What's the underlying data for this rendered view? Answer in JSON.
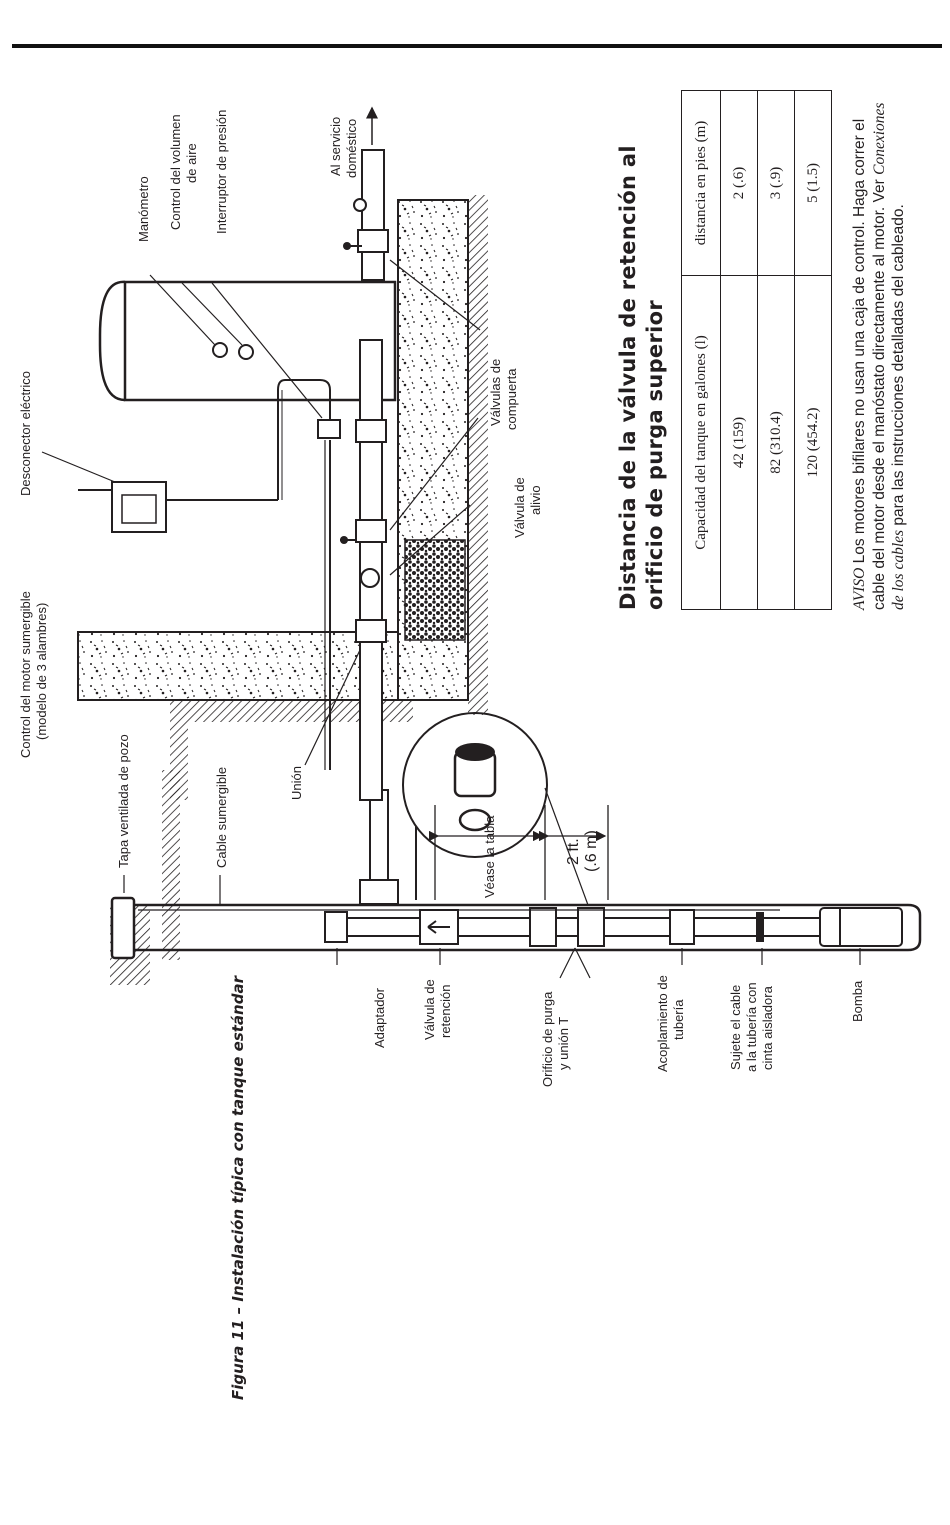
{
  "labels": {
    "tapa": "Tapa ventilada de pozo",
    "cable": "Cable sumergible",
    "adaptador": "Adaptador",
    "valvula_retencion_1": "Válvula de",
    "valvula_retencion_2": "retención",
    "orificio_1": "Orificio de purga",
    "orificio_2": "y unión T",
    "acoplamiento_1": "Acoplamiento de",
    "acoplamiento_2": "tubería",
    "sujete_1": "Sujete el cable",
    "sujete_2": "a la tubería con",
    "sujete_3": "cinta aisladora",
    "bomba": "Bomba",
    "vease": "Véase la tabla",
    "dist_ft": "2 ft.",
    "dist_m": "(.6 m)",
    "control_1": "Control del motor sumergible",
    "control_2": "(modelo de 3 alambres)",
    "union": "Unión",
    "desconector": "Desconector eléctrico",
    "alivio_1": "Válvula de",
    "alivio_2": "alivio",
    "compuerta_1": "Válvulas de",
    "compuerta_2": "compuerta",
    "manometro": "Manómetro",
    "volumen_1": "Control del volumen",
    "volumen_2": "de aire",
    "interruptor": "Interruptor de presión",
    "servicio_1": "Al servicio",
    "servicio_2": "doméstico"
  },
  "figure_caption": "Figura 11 – Instalación típica con tanque estándar",
  "table": {
    "title": "Distancia de la válvula de retención al orificio de purga superior",
    "headers": [
      "Capacidad del tanque en galones (l)",
      "distancia en pies (m)"
    ],
    "rows": [
      [
        "42 (159)",
        "2 (.6)"
      ],
      [
        "82 (310.4)",
        "3 (.9)"
      ],
      [
        "120 (454.2)",
        "5 (1.5)"
      ]
    ]
  },
  "notice": {
    "word": "AVISO",
    "text1": " Los motores bifilares no usan una caja de control. Haga correr el cable del motor desde el manóstato directamente al motor. Ver ",
    "ref": "Conexiones de los cables",
    "text2": " para las instrucciones detalladas del cableado."
  }
}
